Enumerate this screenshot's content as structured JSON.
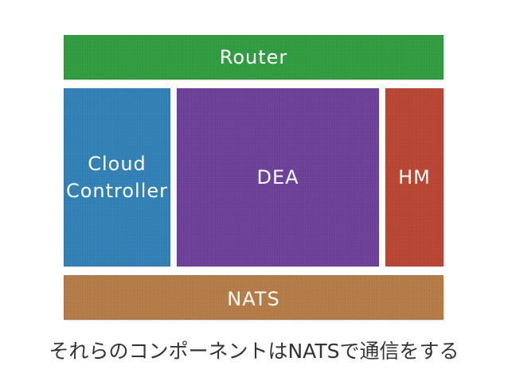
{
  "blocks": {
    "router": "Router",
    "cloud_controller": "Cloud\nController",
    "dea": "DEA",
    "hm": "HM",
    "nats": "NATS"
  },
  "caption": "それらのコンポーネントはNATSで通信をする",
  "colors": {
    "router": "#2f9b3e",
    "cloud_controller": "#2f7fb5",
    "dea": "#6b3f98",
    "hm": "#b74532",
    "nats": "#b47a45"
  }
}
